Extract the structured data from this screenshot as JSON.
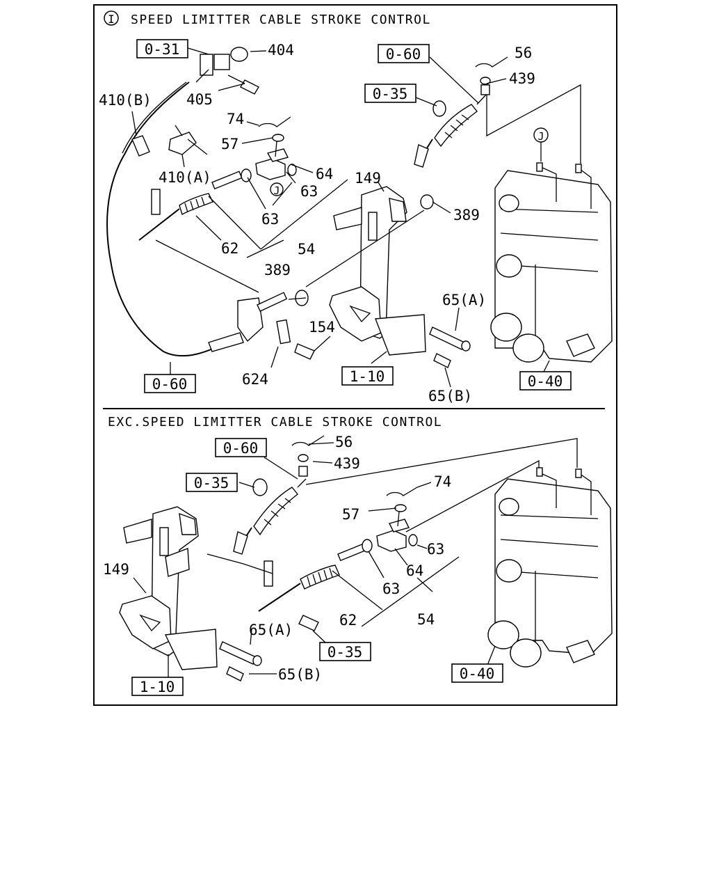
{
  "sections": {
    "top": {
      "marker": "I",
      "title": "SPEED LIMITTER CABLE STROKE CONTROL",
      "labels": {
        "l404": "404",
        "l405": "405",
        "l410b": "410(B)",
        "l410a": "410(A)",
        "l74": "74",
        "l57": "57",
        "l64": "64",
        "l63a": "63",
        "l63b": "63",
        "l62": "62",
        "l54": "54",
        "l149": "149",
        "l389a": "389",
        "l389b": "389",
        "l56": "56",
        "l439": "439",
        "l154": "154",
        "l624": "624",
        "l65a": "65(A)",
        "l65b": "65(B)",
        "lJ": "J",
        "lJ2": "J"
      },
      "refs": {
        "r031": "0-31",
        "r060a": "0-60",
        "r035": "0-35",
        "r060b": "0-60",
        "r110": "1-10",
        "r040": "0-40"
      }
    },
    "bottom": {
      "title": "EXC.SPEED LIMITTER CABLE STROKE CONTROL",
      "labels": {
        "l56": "56",
        "l439": "439",
        "l74": "74",
        "l57": "57",
        "l63a": "63",
        "l64": "64",
        "l63b": "63",
        "l149": "149",
        "l62": "62",
        "l54": "54",
        "l65a": "65(A)",
        "l65b": "65(B)"
      },
      "refs": {
        "r060": "0-60",
        "r035a": "0-35",
        "r035b": "0-35",
        "r110": "1-10",
        "r040": "0-40"
      }
    }
  }
}
